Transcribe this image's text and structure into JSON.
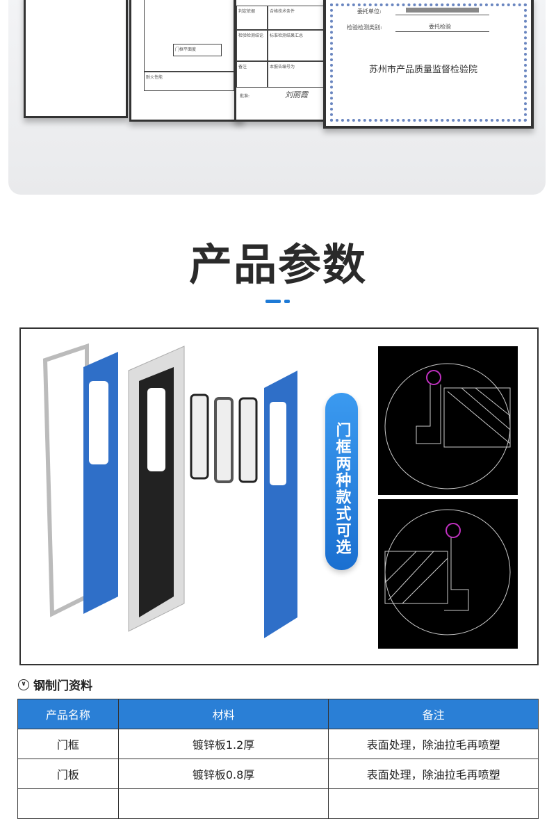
{
  "certificates": {
    "client_label": "委托单位:",
    "inspection_type_label": "检验检测类别:",
    "inspection_type_value": "委托检验",
    "issuer": "苏州市产品质量监督检验院",
    "table_labels": [
      "判定依据",
      "合格技术条件",
      "检验检测结论",
      "标准检测结果汇总",
      "备注",
      "本报告编号为",
      "门框平面度",
      "耐火性能"
    ],
    "signer_label": "批准:",
    "signature": "刘丽霞"
  },
  "section_title": "产品参数",
  "callout": "门框两种款式可选",
  "accent_color": "#2a7fd6",
  "table_section": {
    "heading": "钢制门资料",
    "icon": "chevron-down-circle-icon",
    "headers": [
      "产品名称",
      "材料",
      "备注"
    ],
    "rows": [
      [
        "门框",
        "镀锌板1.2厚",
        "表面处理，除油拉毛再喷塑"
      ],
      [
        "门板",
        "镀锌板0.8厚",
        "表面处理，除油拉毛再喷塑"
      ]
    ]
  }
}
